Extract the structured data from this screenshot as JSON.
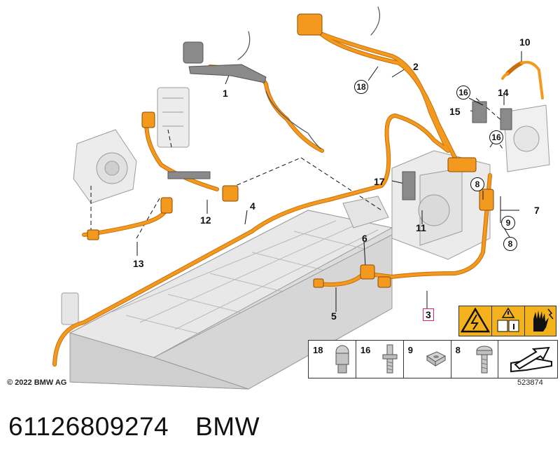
{
  "diagram": {
    "callouts": [
      "1",
      "2",
      "3",
      "4",
      "5",
      "6",
      "7",
      "8",
      "9",
      "10",
      "11",
      "12",
      "13",
      "14",
      "15",
      "16",
      "17",
      "18"
    ],
    "circled_callouts": [
      "18",
      "16",
      "16",
      "8",
      "9",
      "8"
    ],
    "highlighted_callout": "3",
    "copyright": "© 2022 BMW AG",
    "drawing_number": "523874",
    "legend_items": [
      {
        "num": "18",
        "icon": "cap-nut-icon"
      },
      {
        "num": "16",
        "icon": "stud-bolt-icon"
      },
      {
        "num": "9",
        "icon": "square-nut-icon"
      },
      {
        "num": "8",
        "icon": "torx-screw-icon"
      },
      {
        "num": "",
        "icon": "sheet-metal-arrow-icon"
      }
    ],
    "warning_icons": [
      "high-voltage-warning-icon",
      "read-manual-icon",
      "protective-glove-icon"
    ],
    "colors": {
      "cable": "#f39a1e",
      "cable_dark": "#c96f0a",
      "outline": "#333333",
      "warning": "#f3b11c",
      "highlight_box": "#e0245e",
      "battery": "#dcdcdc"
    }
  },
  "footer": {
    "part_number": "61126809274",
    "brand": "BMW"
  }
}
